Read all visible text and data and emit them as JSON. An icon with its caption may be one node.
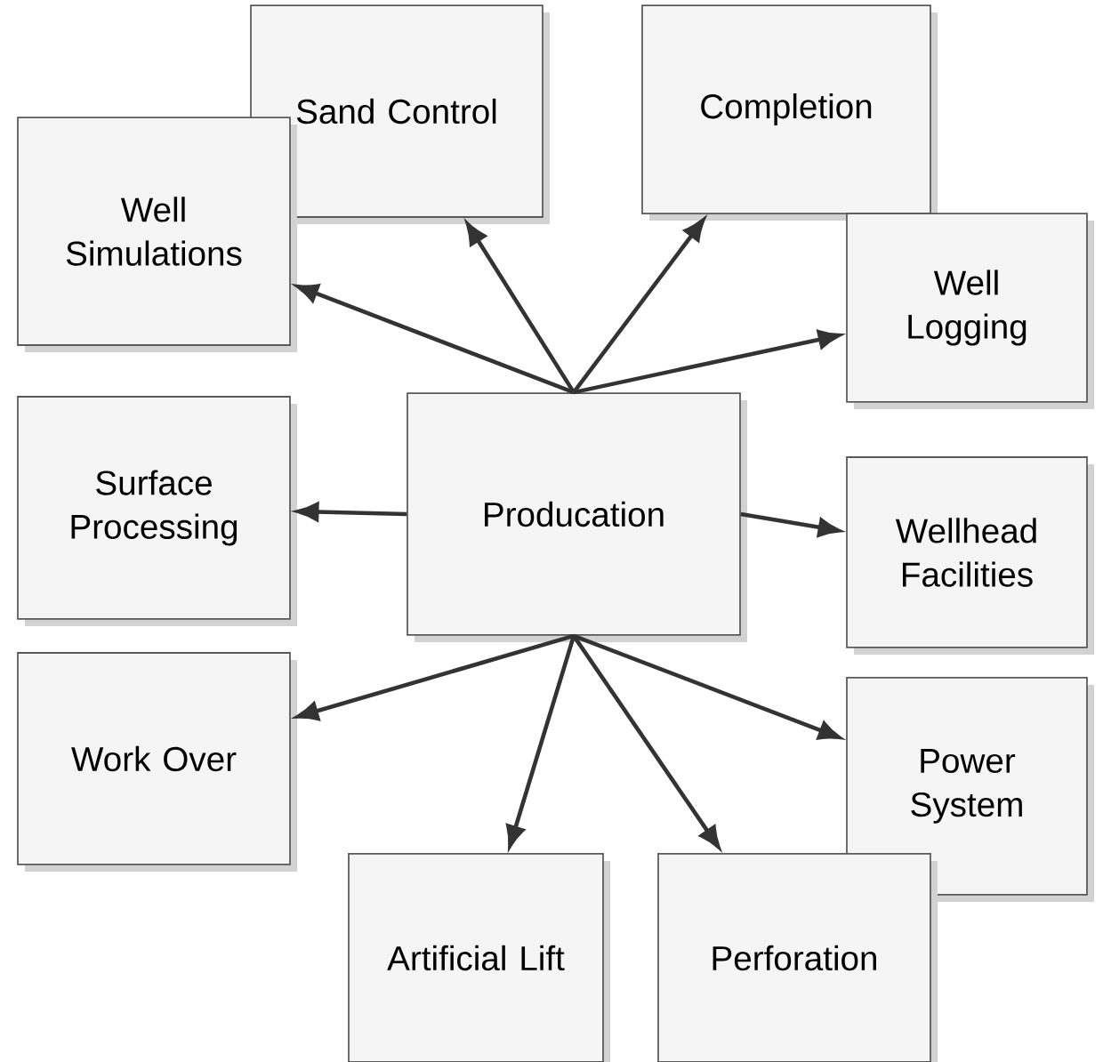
{
  "diagram": {
    "nodes": [
      {
        "text": [
          "Producation"
        ]
      },
      {
        "text": [
          "Sand Control"
        ]
      },
      {
        "text": [
          "Completion"
        ]
      },
      {
        "text": [
          "Well Simulations"
        ]
      },
      {
        "text": [
          "Well Logging"
        ]
      },
      {
        "text": [
          "Surface Processing"
        ]
      },
      {
        "text": [
          "Wellhead Facilities"
        ]
      },
      {
        "text": [
          "Work Over"
        ]
      },
      {
        "text": [
          "Power System"
        ]
      },
      {
        "text": [
          "Artificial Lift"
        ]
      },
      {
        "text": [
          "Perforation"
        ]
      }
    ],
    "edges": [
      {
        "from": 0,
        "to": 1,
        "arrow": "to"
      },
      {
        "from": 0,
        "to": 2,
        "arrow": "to"
      },
      {
        "from": 0,
        "to": 3,
        "arrow": "to"
      },
      {
        "from": 0,
        "to": 4,
        "arrow": "to"
      },
      {
        "from": 0,
        "to": 5,
        "arrow": "to"
      },
      {
        "from": 0,
        "to": 6,
        "arrow": "to"
      },
      {
        "from": 0,
        "to": 7,
        "arrow": "to"
      },
      {
        "from": 0,
        "to": 8,
        "arrow": "to"
      },
      {
        "from": 0,
        "to": 9,
        "arrow": "to"
      },
      {
        "from": 0,
        "to": 10,
        "arrow": "to"
      }
    ]
  }
}
